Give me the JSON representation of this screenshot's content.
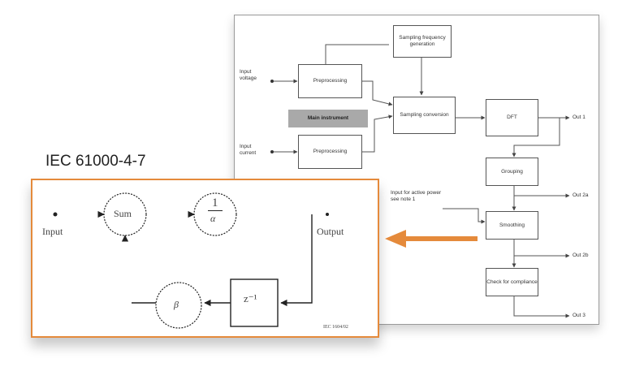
{
  "standard_label": "IEC 61000-4-7",
  "colors": {
    "highlight": "#e58a3b",
    "block_gray": "#a9a9a9"
  },
  "block_diagram": {
    "blocks": {
      "sampling_gen": "Sampling frequency generation",
      "preproc_v": "Preprocessing",
      "main_instrument": "Main instrument",
      "sampling_conv": "Sampling conversion",
      "dft": "DFT",
      "preproc_i": "Preprocessing",
      "grouping": "Grouping",
      "smoothing": "Smoothing",
      "compliance": "Check for compliance"
    },
    "inputs": {
      "voltage": "Input voltage",
      "current": "Input current",
      "active_power": "Input for active power see note 1"
    },
    "outputs": [
      "Out 1",
      "Out 2a",
      "Out 2b",
      "Out 3"
    ]
  },
  "zoom_diagram": {
    "input_label": "Input",
    "output_label": "Output",
    "sum_label": "Sum",
    "reciprocal_num": "1",
    "reciprocal_den": "α",
    "delay_label": "z⁻¹",
    "beta_label": "β",
    "ref_code": "IEC 1604/02"
  }
}
